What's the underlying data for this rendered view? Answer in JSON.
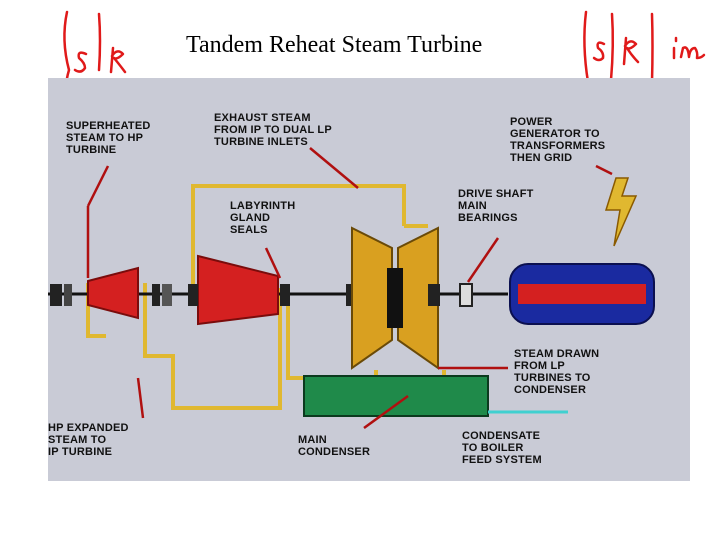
{
  "title": "Tandem Reheat Steam Turbine",
  "labels": {
    "superheated": "SUPERHEATED\nSTEAM TO HP\nTURBINE",
    "exhaust": "EXHAUST STEAM\nFROM IP TO DUAL LP\nTURBINE INLETS",
    "power": "POWER\nGENERATOR TO\nTRANSFORMERS\nTHEN GRID",
    "labyrinth": "LABYRINTH\nGLAND\nSEALS",
    "drive_shaft": "DRIVE SHAFT\nMAIN\nBEARINGS",
    "steam_drawn": "STEAM DRAWN\nFROM LP\nTURBINES TO\nCONDENSER",
    "hp_expanded": "HP EXPANDED\nSTEAM TO\nIP TURBINE",
    "main_condenser": "MAIN\nCONDENSER",
    "condensate": "CONDENSATE\nTO BOILER\nFEED SYSTEM"
  },
  "colors": {
    "background": "#c9cbd6",
    "turbine_red": "#d42020",
    "lp_orange": "#d9a020",
    "condenser_green": "#1f8a4a",
    "generator_blue": "#1a2aa0",
    "pipe_yellow": "#e0b830",
    "annotation_red": "#e01a1a"
  }
}
